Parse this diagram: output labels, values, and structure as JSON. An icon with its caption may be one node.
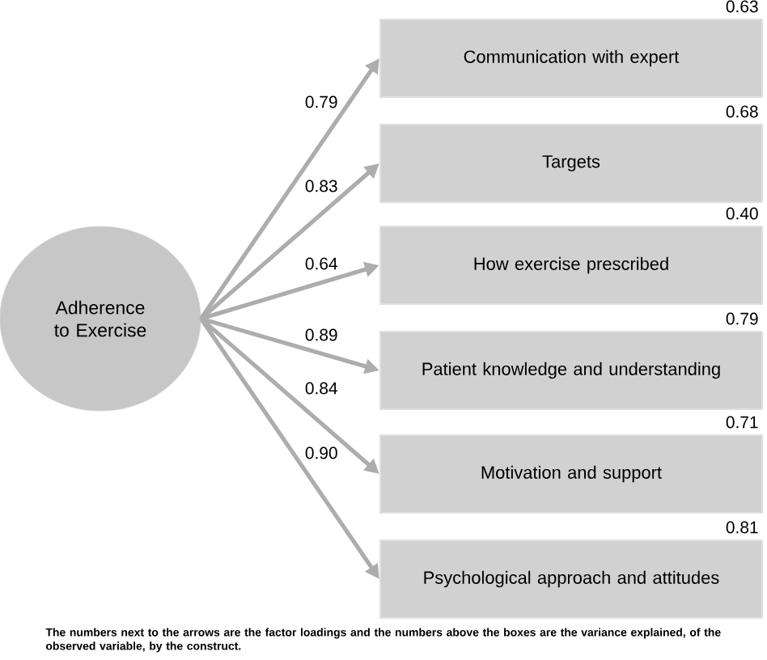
{
  "diagram": {
    "caption": "The numbers next to the arrows are the factor loadings and the numbers above the boxes are the variance explained, of the observed variable, by the construct.",
    "nodes": [
      {
        "text": [
          "Adherence to Exercise"
        ]
      },
      {
        "text": [
          "Communication with expert"
        ],
        "beside": [
          "0.63"
        ]
      },
      {
        "text": [
          "Targets"
        ],
        "beside": [
          "0.68"
        ]
      },
      {
        "text": [
          "How exercise prescribed"
        ],
        "beside": [
          "0.40"
        ]
      },
      {
        "text": [
          "Patient knowledge and understanding"
        ],
        "beside": [
          "0.79"
        ]
      },
      {
        "text": [
          "Motivation and support"
        ],
        "beside": [
          "0.71"
        ]
      },
      {
        "text": [
          "Psychological approach and attitudes"
        ],
        "beside": [
          "0.81"
        ]
      }
    ],
    "edges": [
      {
        "from": 0,
        "to": 1,
        "arrow": "to",
        "label": "0.79"
      },
      {
        "from": 0,
        "to": 2,
        "arrow": "to",
        "label": "0.83"
      },
      {
        "from": 0,
        "to": 3,
        "arrow": "to",
        "label": "0.64"
      },
      {
        "from": 0,
        "to": 4,
        "arrow": "to",
        "label": "0.89"
      },
      {
        "from": 0,
        "to": 5,
        "arrow": "to",
        "label": "0.84"
      },
      {
        "from": 0,
        "to": 6,
        "arrow": "to",
        "label": "0.90"
      }
    ]
  }
}
